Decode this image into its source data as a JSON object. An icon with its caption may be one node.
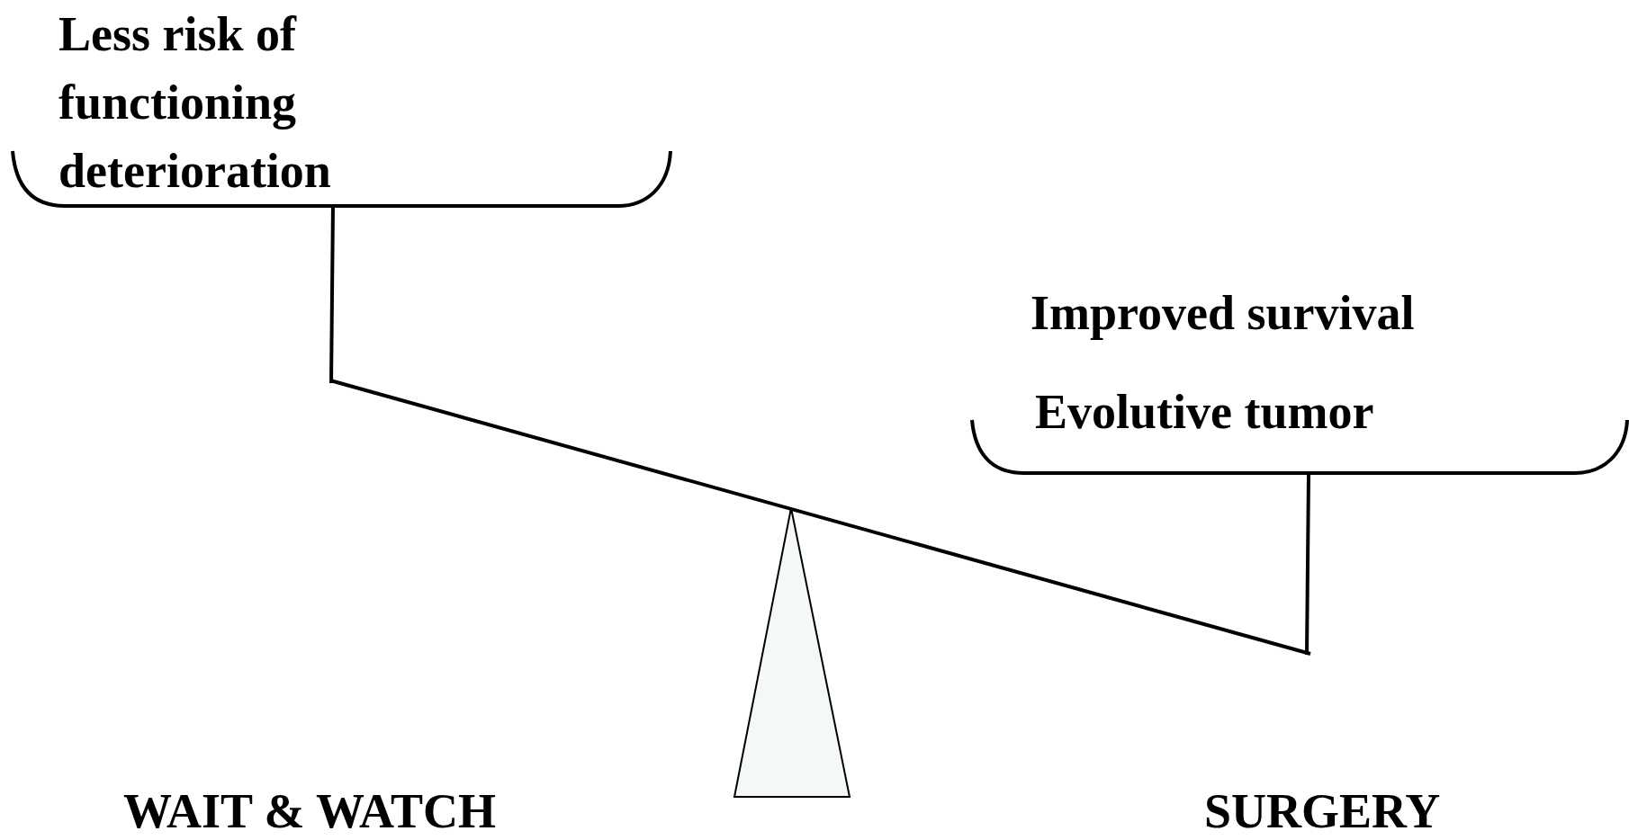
{
  "diagram": {
    "nodes": [
      {
        "text": [
          "Less risk of functioning deterioration"
        ]
      },
      {
        "text": [
          "Improved survival",
          "Evolutive tumor"
        ]
      }
    ],
    "labels": [
      "WAIT & WATCH",
      "SURGERY"
    ]
  }
}
